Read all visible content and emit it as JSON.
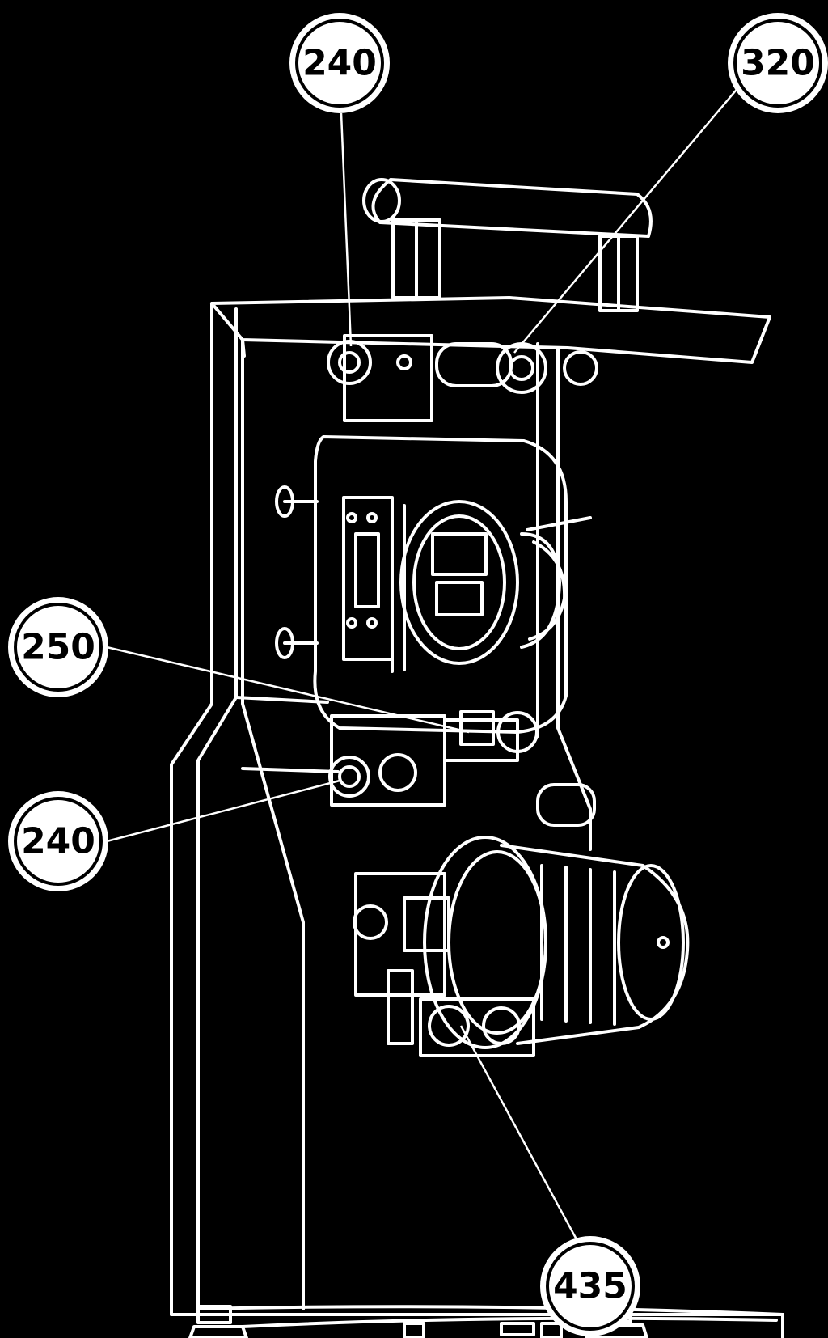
{
  "diagram": {
    "colors": {
      "background": "#000000",
      "line": "#ffffff"
    },
    "callouts": [
      {
        "id": "callout-240-top",
        "label": "240"
      },
      {
        "id": "callout-320",
        "label": "320"
      },
      {
        "id": "callout-250",
        "label": "250"
      },
      {
        "id": "callout-240-bottom",
        "label": "240"
      },
      {
        "id": "callout-435",
        "label": "435"
      }
    ]
  }
}
